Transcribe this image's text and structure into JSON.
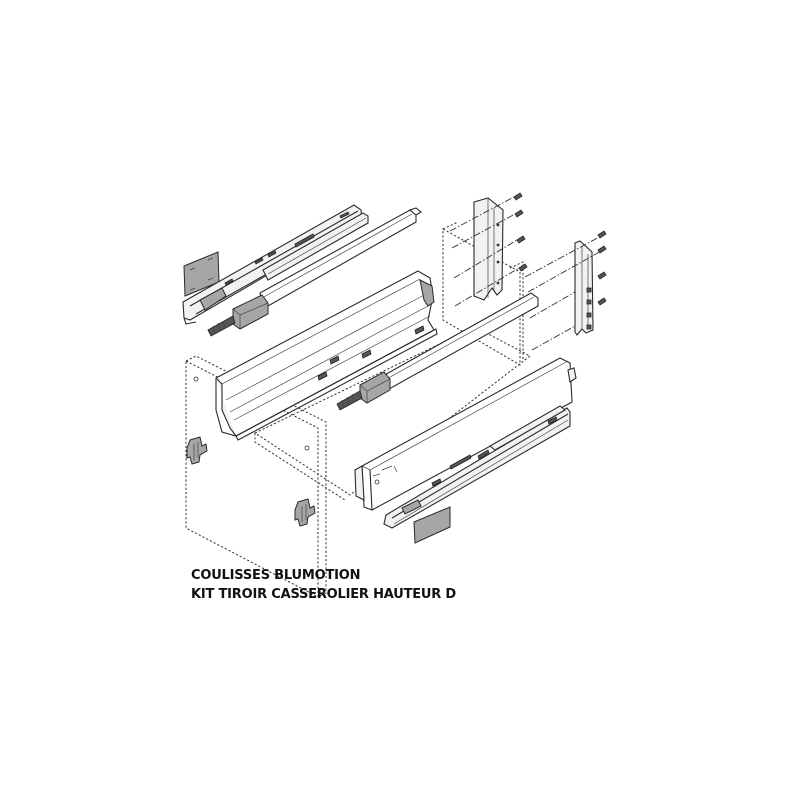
{
  "caption": {
    "line1": "COULISSES BLUMOTION",
    "line2": "KIT TIROIR CASSEROLIER HAUTEUR D"
  },
  "diagram": {
    "type": "exploded-assembly-drawing",
    "parts": [
      "left-runner-slide",
      "left-locking-device-plate",
      "left-drawer-side-rail",
      "left-gallery-rod",
      "left-drawer-side-profile",
      "front-panel-dashed",
      "front-fixing-brackets",
      "cabinet-back-panel-dashed",
      "back-bracket-left",
      "back-bracket-right",
      "back-mounting-screws",
      "right-gallery-rod",
      "right-drawer-side",
      "right-runner-slide",
      "right-locking-device-plate",
      "bottom-panel-dashed"
    ],
    "colors": {
      "line": "#2a2a2a",
      "fill_grey": "#a6a6a6",
      "fill_light": "#f2f2f2",
      "background": "#ffffff"
    }
  }
}
